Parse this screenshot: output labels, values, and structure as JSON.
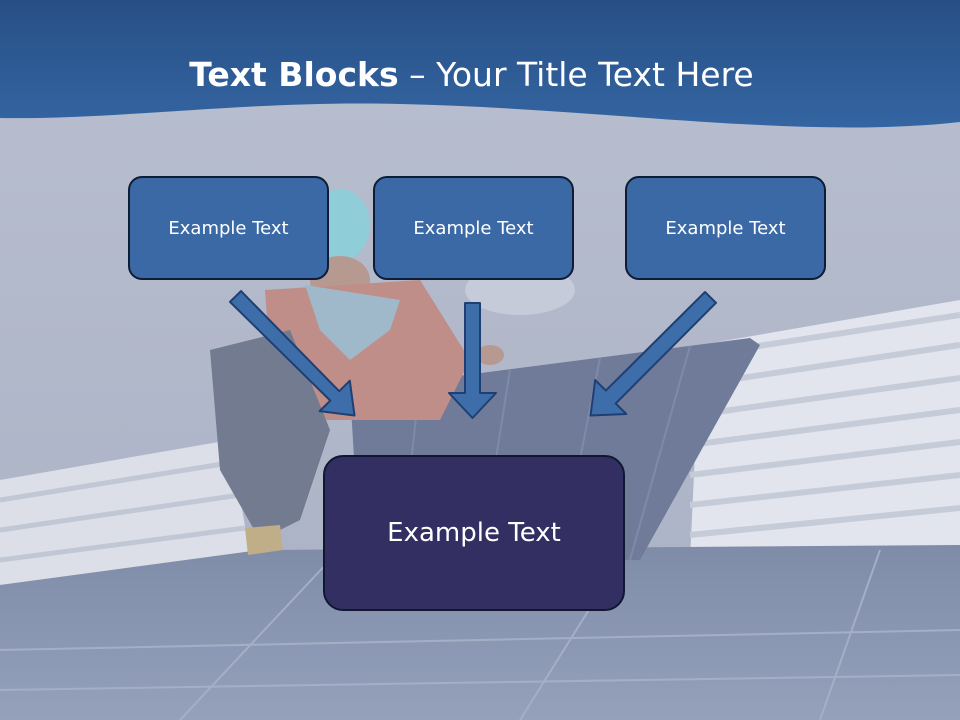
{
  "title": {
    "bold": "Text Blocks",
    "separator": " – ",
    "rest": "Your Title Text Here"
  },
  "blocks": {
    "left": "Example Text",
    "center": "Example Text",
    "right": "Example Text",
    "result": "Example Text"
  },
  "colors": {
    "header": "#2f5c95",
    "small_box": "#3a69a6",
    "result_box": "#332f63",
    "arrow": "#3e6ea9"
  }
}
